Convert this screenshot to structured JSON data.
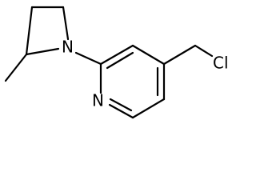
{
  "molecule": {
    "atoms": {
      "azetidine_nitrogen": "N",
      "pyridine_nitrogen": "N",
      "chlorine": "Cl"
    }
  }
}
